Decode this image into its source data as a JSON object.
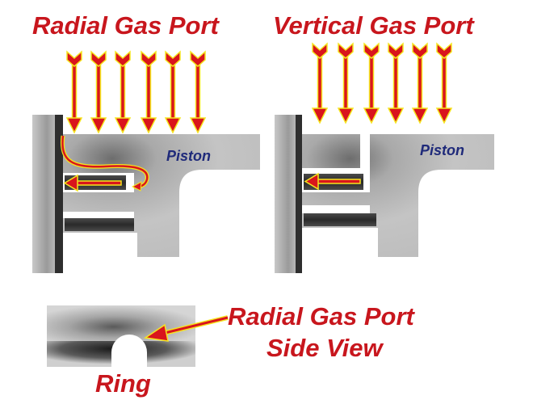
{
  "panels": {
    "left": {
      "title": "Radial Gas Port",
      "piston_label": "Piston"
    },
    "right": {
      "title": "Vertical Gas Port",
      "piston_label": "Piston"
    }
  },
  "side_view": {
    "title_line1": "Radial Gas Port",
    "title_line2": "Side View",
    "ring_label": "Ring"
  },
  "colors": {
    "title_red": "#c8161d",
    "arrow_red": "#d9151c",
    "arrow_outline_yellow": "#f5e51e",
    "piston_label_blue": "#1f2a7a",
    "piston_gray": "#aaaaaa",
    "ring_dark": "#3a3a3a",
    "cylinder_wall": "#2e2e2e"
  }
}
